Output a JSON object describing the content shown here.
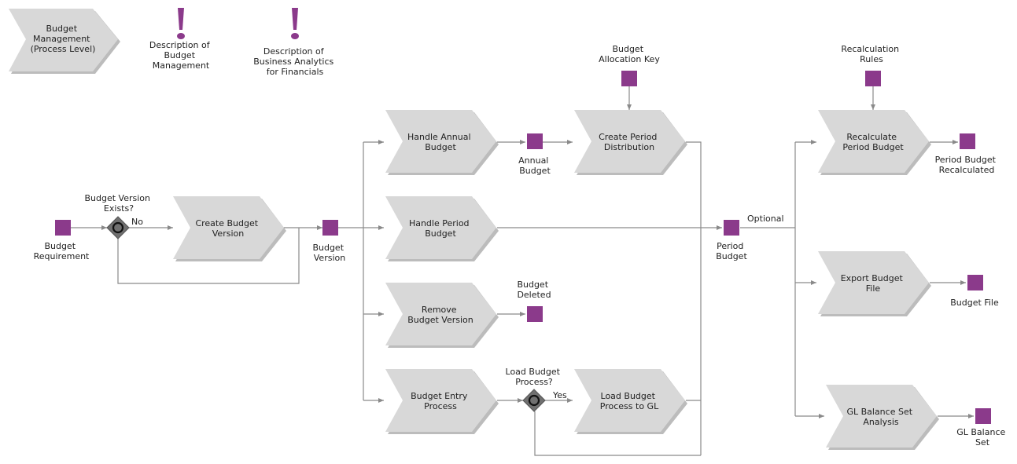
{
  "colors": {
    "event": "#8b3a8b",
    "process": "#d8d8d8",
    "connector": "#8a8a8a",
    "gateway": "#707070"
  },
  "header": {
    "process_level": [
      "Budget",
      "Management",
      "(Process Level)"
    ],
    "desc_budget_mgmt": [
      "Description of",
      "Budget",
      "Management"
    ],
    "desc_analytics": [
      "Description of",
      "Business Analytics",
      "for Financials"
    ]
  },
  "processes": {
    "create_budget_version": [
      "Create Budget",
      "Version"
    ],
    "handle_annual_budget": [
      "Handle Annual",
      "Budget"
    ],
    "handle_period_budget": [
      "Handle Period",
      "Budget"
    ],
    "remove_budget_version": [
      "Remove",
      "Budget Version"
    ],
    "budget_entry_process": [
      "Budget Entry",
      "Process"
    ],
    "create_period_distribution": [
      "Create Period",
      "Distribution"
    ],
    "load_budget_to_gl": [
      "Load Budget",
      "Process to GL"
    ],
    "recalculate_period_budget": [
      "Recalculate",
      "Period Budget"
    ],
    "export_budget_file": [
      "Export Budget",
      "File"
    ],
    "gl_balance_set_analysis": [
      "GL Balance Set",
      "Analysis"
    ]
  },
  "events": {
    "budget_requirement": [
      "Budget",
      "Requirement"
    ],
    "budget_version": [
      "Budget",
      "Version"
    ],
    "annual_budget": [
      "Annual",
      "Budget"
    ],
    "budget_deleted": [
      "Budget",
      "Deleted"
    ],
    "period_budget": [
      "Period",
      "Budget"
    ],
    "period_budget_recalculated": [
      "Period Budget",
      "Recalculated"
    ],
    "budget_file": [
      "Budget File"
    ],
    "gl_balance_set": [
      "GL Balance",
      "Set"
    ]
  },
  "inputs": {
    "budget_allocation_key": [
      "Budget",
      "Allocation Key"
    ],
    "recalculation_rules": [
      "Recalculation",
      "Rules"
    ]
  },
  "gateways": {
    "budget_version_exists": [
      "Budget Version",
      "Exists?"
    ],
    "load_budget_process": [
      "Load Budget",
      "Process?"
    ]
  },
  "edge_labels": {
    "no": "No",
    "yes": "Yes",
    "optional": "Optional"
  }
}
